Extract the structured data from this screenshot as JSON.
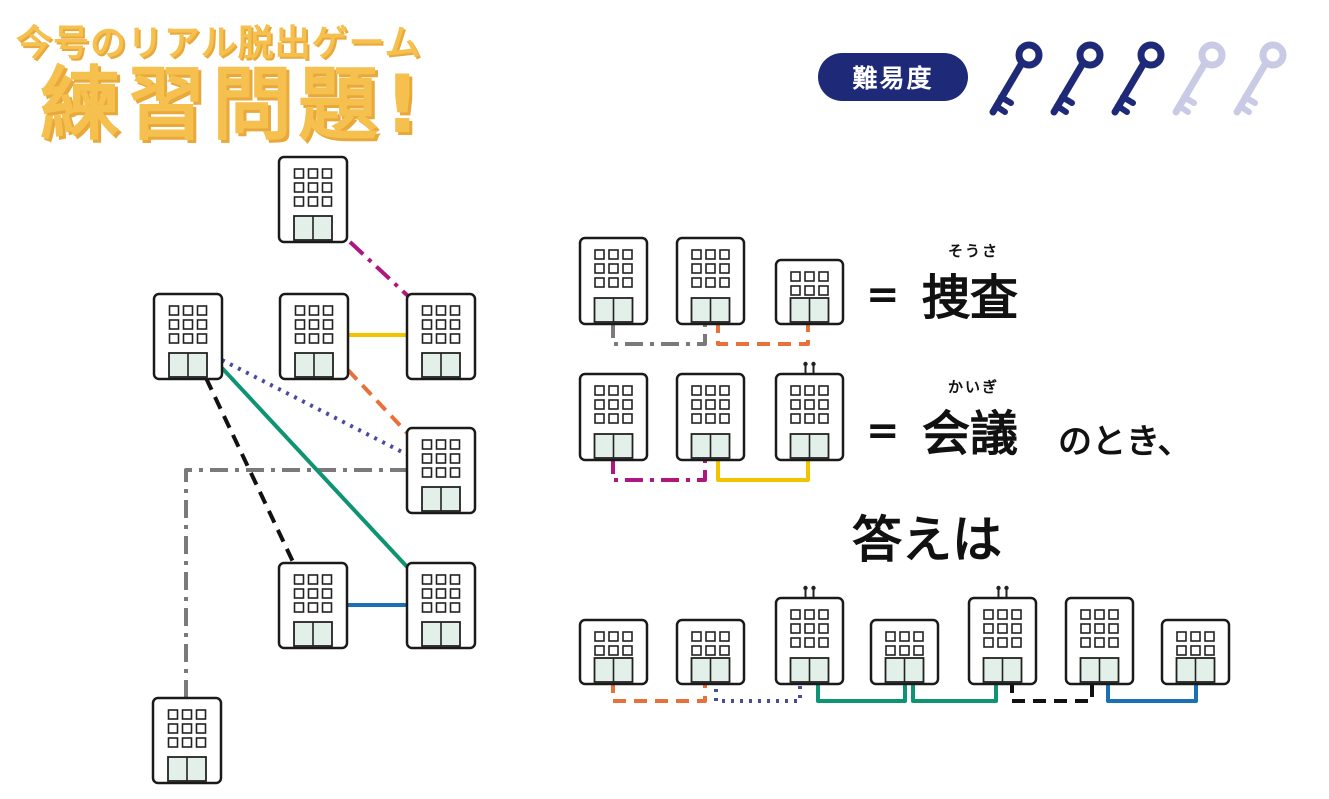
{
  "header": {
    "subtitle": "今号のリアル脱出ゲーム",
    "title": "練習問題!"
  },
  "difficulty": {
    "label": "難易度",
    "level": 3,
    "max": 5,
    "icon": "key-icon",
    "active_color": "#1e2a78",
    "inactive_color": "#c9cbe6"
  },
  "clues": [
    {
      "word": "捜査",
      "reading": "そうさ",
      "equals": "="
    },
    {
      "word": "会議",
      "reading": "かいぎ",
      "equals": "=",
      "suffix": "のとき、"
    }
  ],
  "answer_label": "答えは",
  "line_colors": {
    "magenta": "#b0177e",
    "yellow": "#f2c400",
    "orange": "#e8703a",
    "purple": "#4a4a9e",
    "black": "#111111",
    "green": "#0f9473",
    "gray": "#7a7a7a",
    "blue": "#1a6fb8"
  }
}
